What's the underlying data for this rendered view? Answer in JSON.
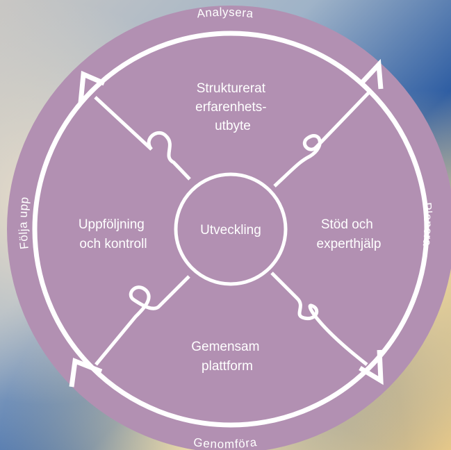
{
  "diagram": {
    "center_label": "Utveckling",
    "segments": {
      "top": [
        "Strukturerat",
        "erfarenhets-",
        "utbyte"
      ],
      "right": [
        "Stöd och",
        "experthjälp"
      ],
      "bottom": [
        "Gemensam",
        "plattform"
      ],
      "left": [
        "Uppföljning",
        "och kontroll"
      ]
    },
    "cycle_steps": {
      "top": "Analysera",
      "right": "Planera",
      "bottom": "Genomföra",
      "left": "Följa upp"
    }
  },
  "colors": {
    "circle_fill": "#b290b2",
    "line_color": "#ffffff",
    "text_color": "#ffffff"
  }
}
